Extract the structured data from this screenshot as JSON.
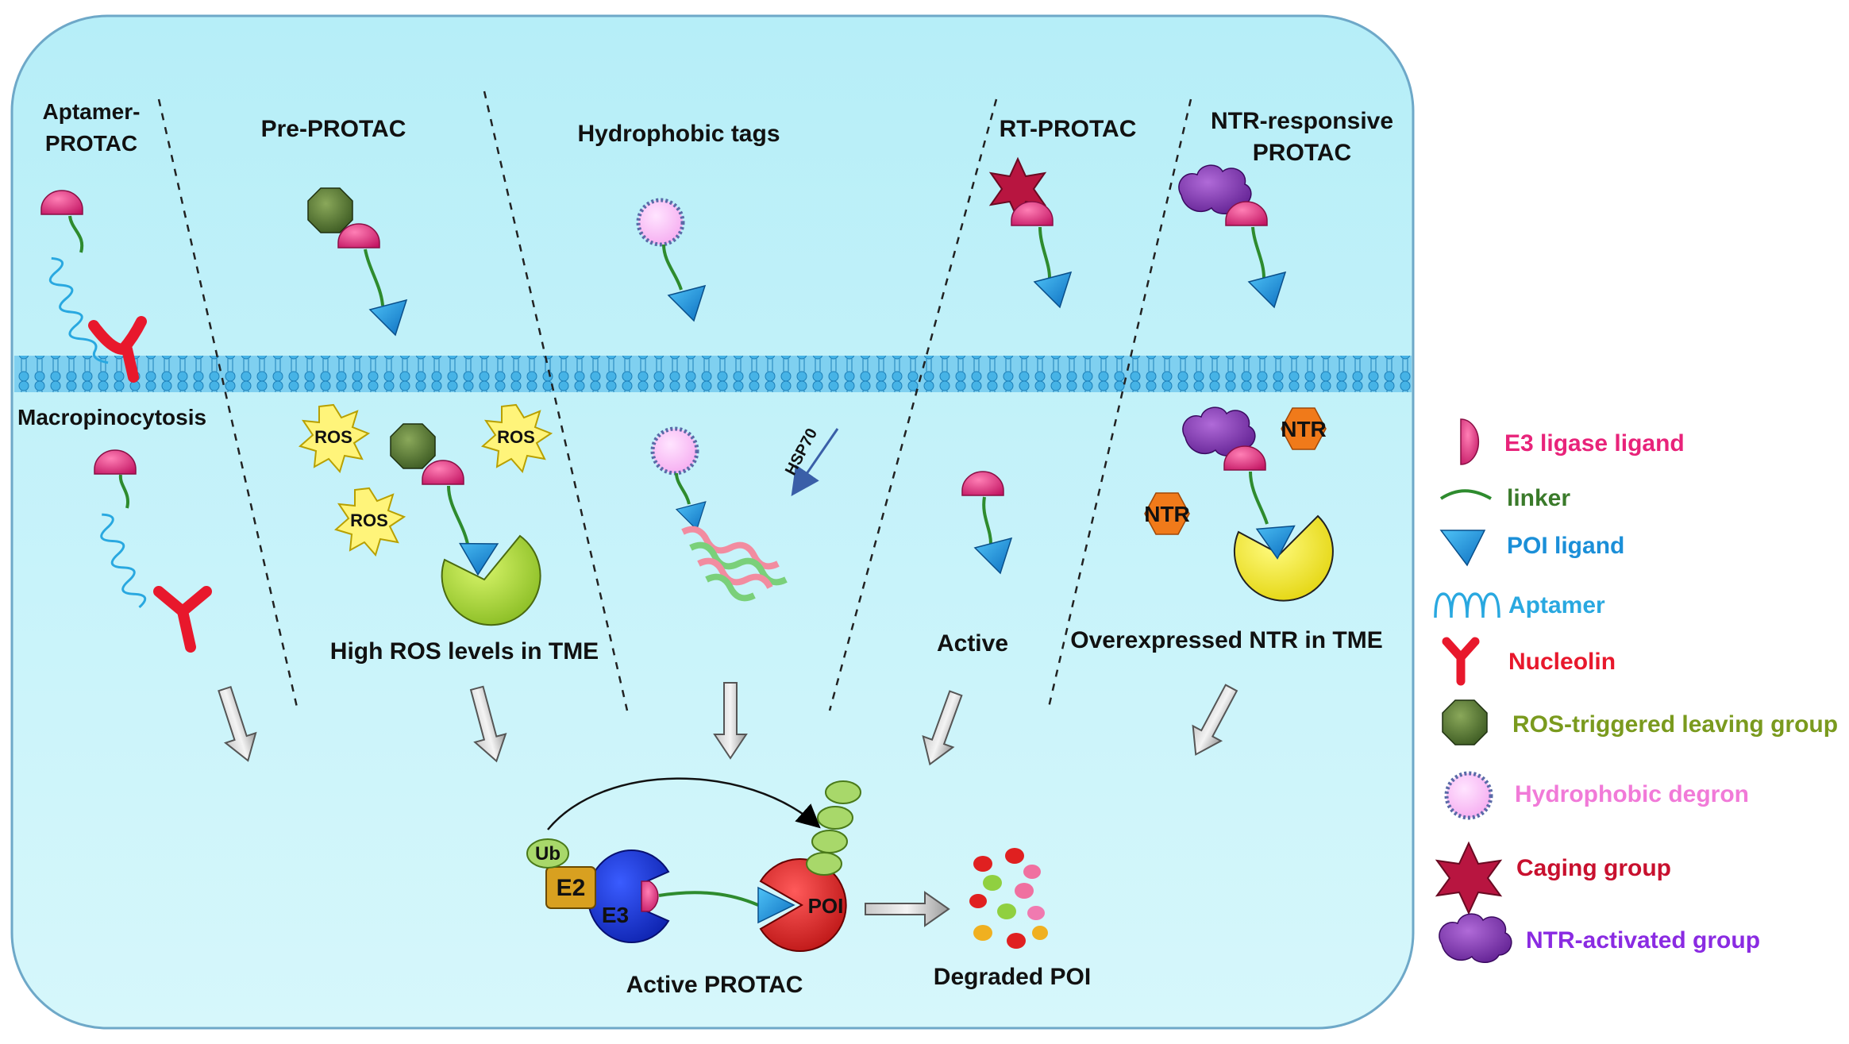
{
  "panels": {
    "aptamer": {
      "title_line1": "Aptamer-",
      "title_line2": "PROTAC",
      "uptake": "Macropinocytosis"
    },
    "pre": {
      "title": "Pre-PROTAC",
      "condition": "High ROS levels in TME",
      "ros": "ROS"
    },
    "hydrophobic": {
      "title": "Hydrophobic tags",
      "chaperone": "HSP70"
    },
    "rt": {
      "title": "RT-PROTAC",
      "state": "Active"
    },
    "ntr": {
      "title_line1": "NTR-responsive",
      "title_line2": "PROTAC",
      "condition": "Overexpressed NTR in TME",
      "enzyme": "NTR"
    }
  },
  "bottom": {
    "ub": "Ub",
    "e2": "E2",
    "e3": "E3",
    "poi": "POI",
    "active_label": "Active PROTAC",
    "degraded_label": "Degraded POI"
  },
  "legend": [
    {
      "icon": "e3-ligase-ligand-icon",
      "label": "E3 ligase ligand",
      "color": "#e8237a"
    },
    {
      "icon": "linker-icon",
      "label": "linker",
      "color": "#3a7a2a"
    },
    {
      "icon": "poi-ligand-icon",
      "label": "POI ligand",
      "color": "#1b8fd8"
    },
    {
      "icon": "aptamer-icon",
      "label": "Aptamer",
      "color": "#29a8e0"
    },
    {
      "icon": "nucleolin-icon",
      "label": "Nucleolin",
      "color": "#e8182c"
    },
    {
      "icon": "ros-leaving-group-icon",
      "label": "ROS-triggered leaving group",
      "color": "#7a9a1e"
    },
    {
      "icon": "hydrophobic-degron-icon",
      "label": "Hydrophobic degron",
      "color": "#f17ad8"
    },
    {
      "icon": "caging-group-icon",
      "label": "Caging group",
      "color": "#c8102e"
    },
    {
      "icon": "ntr-activated-group-icon",
      "label": "NTR-activated group",
      "color": "#8a2be2"
    }
  ],
  "colors": {
    "cell_fill": "#c8f3fa",
    "membrane": "#3bb6e8",
    "e3_ligand": "#e8237a",
    "poi_ligand": "#1b8fd8",
    "linker": "#2e8b2e"
  }
}
